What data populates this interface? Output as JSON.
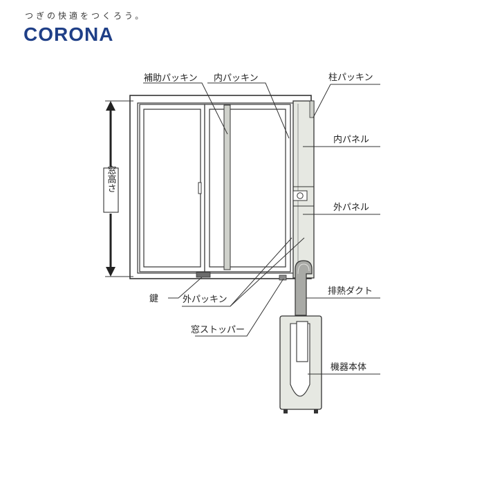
{
  "header": {
    "tagline": "つぎの快適をつくろう。",
    "brand": "CORONA"
  },
  "labels": {
    "window_height": "窓高さ",
    "aux_packing": "補助パッキン",
    "inner_packing": "内パッキン",
    "pillar_packing": "柱パッキン",
    "inner_panel": "内パネル",
    "outer_panel": "外パネル",
    "exhaust_duct": "排熱ダクト",
    "unit_body": "機器本体",
    "key": "鍵",
    "outer_packing": "外パッキン",
    "window_stopper": "窓ストッパー"
  },
  "colors": {
    "brand": "#1f3f87",
    "line": "#333333",
    "panel_fill": "#e6e8e2",
    "duct_fill": "#a9aaa6",
    "key_fill": "#6c6c6c"
  }
}
